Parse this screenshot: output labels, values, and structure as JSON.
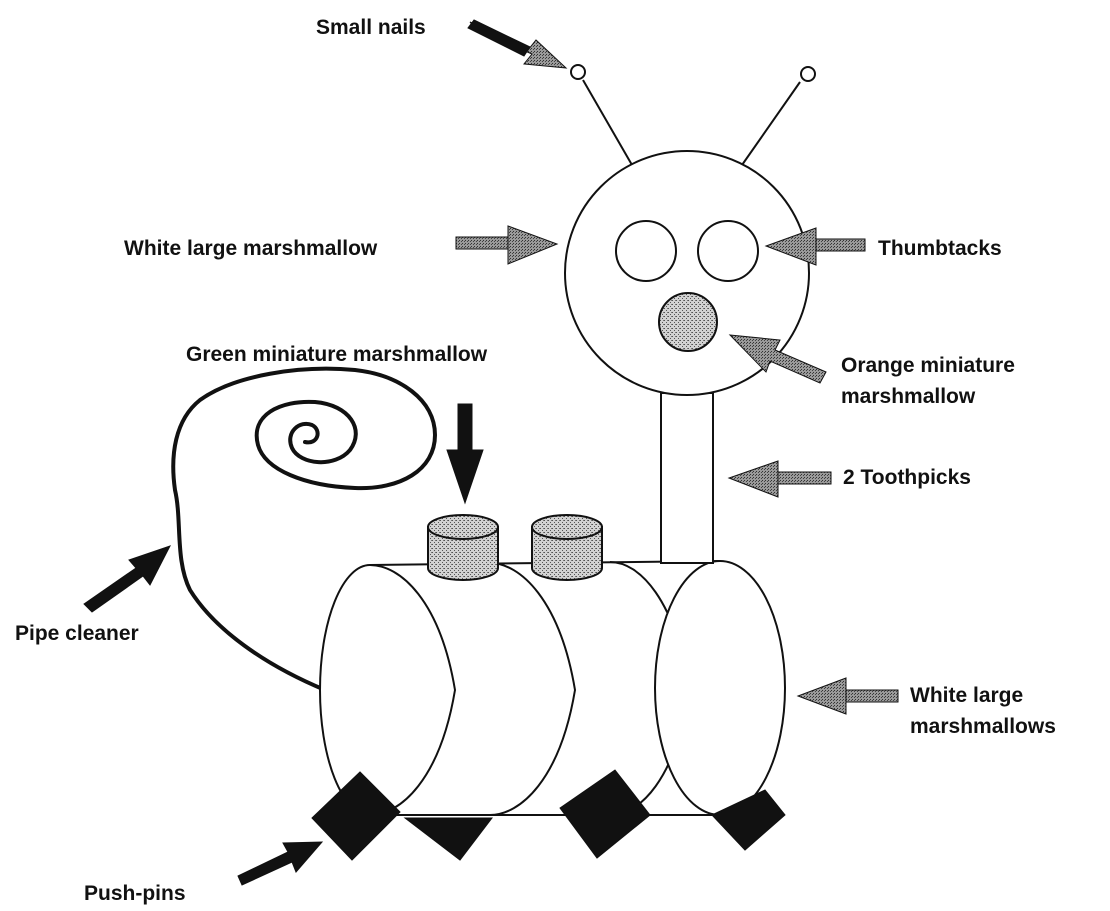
{
  "labels": {
    "small_nails": "Small nails",
    "white_large_marshmallow": "White large marshmallow",
    "thumbtacks": "Thumbtacks",
    "green_mini": "Green miniature marshmallow",
    "orange_mini_line1": "Orange miniature",
    "orange_mini_line2": "marshmallow",
    "toothpicks": "2 Toothpicks",
    "pipe_cleaner": "Pipe cleaner",
    "white_large_marshmallows_line1": "White large",
    "white_large_marshmallows_line2": "marshmallows",
    "push_pins": "Push-pins"
  },
  "colors": {
    "ink": "#111111",
    "stipple": "#b5b5b5",
    "stipple_dark": "#8a8a8a"
  }
}
